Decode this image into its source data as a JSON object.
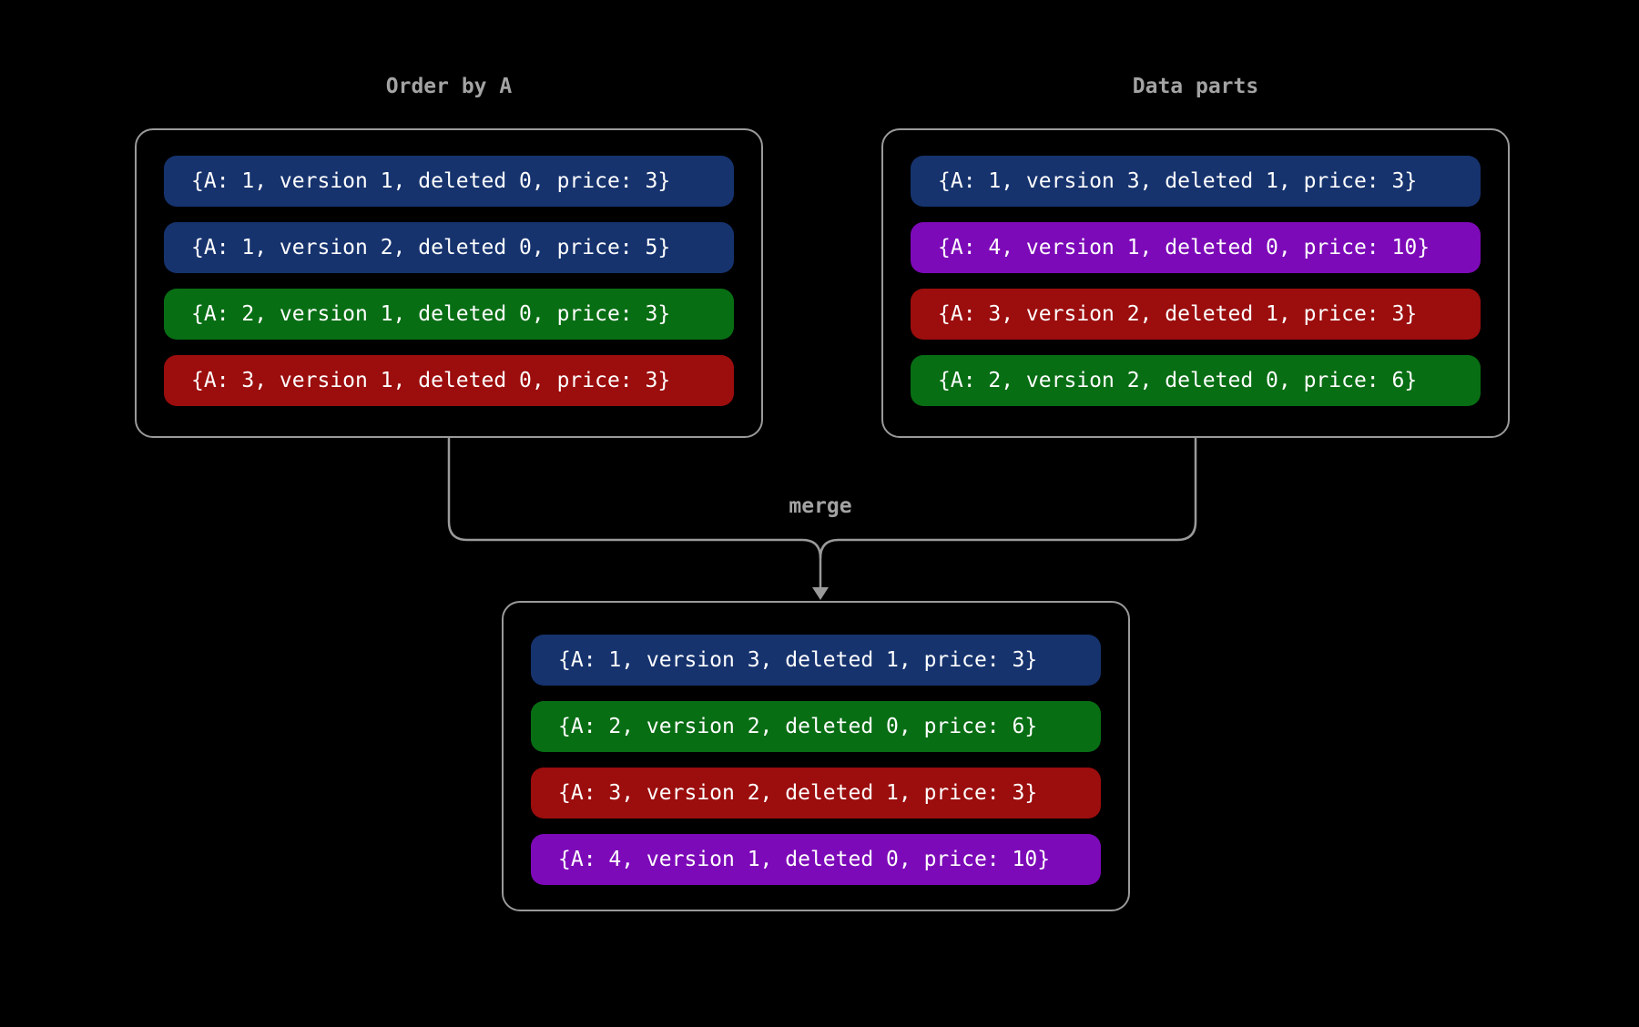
{
  "page": {
    "background": "#000000"
  },
  "diagram": {
    "boxes": [
      {
        "id": "order-by-a",
        "title": "Order by A",
        "rows": [
          {
            "text": "{A: 1, version 1, deleted 0, price: 3}",
            "color_key": "blue"
          },
          {
            "text": "{A: 1, version 2, deleted 0, price: 5}",
            "color_key": "blue"
          },
          {
            "text": "{A: 2, version 1, deleted 0, price: 3}",
            "color_key": "green"
          },
          {
            "text": "{A: 3, version 1, deleted 0, price: 3}",
            "color_key": "red"
          }
        ]
      },
      {
        "id": "data-parts",
        "title": "Data parts",
        "rows": [
          {
            "text": "{A: 1, version 3, deleted 1, price: 3}",
            "color_key": "blue"
          },
          {
            "text": "{A: 4, version 1, deleted 0, price: 10}",
            "color_key": "purple"
          },
          {
            "text": "{A: 3, version 2, deleted 1, price: 3}",
            "color_key": "red"
          },
          {
            "text": "{A: 2, version 2, deleted 0, price: 6}",
            "color_key": "green"
          }
        ]
      },
      {
        "id": "merged-result",
        "title": "",
        "rows": [
          {
            "text": "{A: 1, version 3, deleted 1, price: 3}",
            "color_key": "blue"
          },
          {
            "text": "{A: 2, version 2, deleted 0, price: 6}",
            "color_key": "green"
          },
          {
            "text": "{A: 3, version 2, deleted 1, price: 3}",
            "color_key": "red"
          },
          {
            "text": "{A: 4, version 1, deleted 0, price: 10}",
            "color_key": "purple"
          }
        ]
      }
    ],
    "edge_label": "merge",
    "colors": {
      "blue": "#16336e",
      "green": "#086e14",
      "red": "#9c0d0d",
      "purple": "#7d0ab8",
      "line": "#9a9a9a",
      "title": "#a3a3a3",
      "row_text": "#ffffff"
    }
  }
}
